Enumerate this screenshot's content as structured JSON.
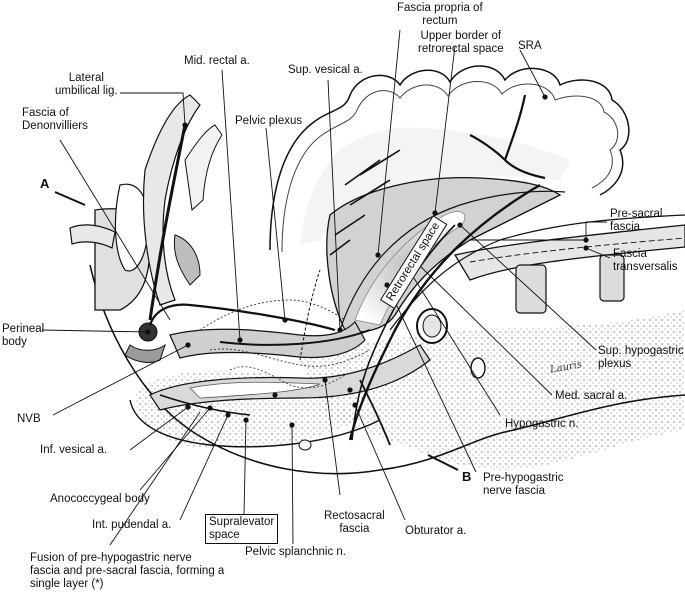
{
  "labels": {
    "fascia_propria": "Fascia propria of\nrectum",
    "upper_border": "Upper border of\nretrorectal space",
    "sra": "SRA",
    "mid_rectal": "Mid. rectal a.",
    "sup_vesical": "Sup. vesical a.",
    "lateral_umbilical": "Lateral\numbilical lig.",
    "fascia_denon": "Fascia of\nDenonvilliers",
    "pelvic_plexus": "Pelvic plexus",
    "a_marker": "A",
    "b_marker": "B",
    "presacral_fascia": "Pre-sacral\nfascia",
    "fascia_transversalis": "Fascia\ntransversalis",
    "retrorectal_space": "Retrorectal space",
    "perineal_body": "Perineal\nbody",
    "sup_hypogastric": "Sup. hypogastric\nplexus",
    "nvb": "NVB",
    "med_sacral": "Med. sacral a.",
    "hypogastric_n": "Hypogastric n.",
    "inf_vesical": "Inf. vesical a.",
    "anococcygeal": "Anococcygeal body",
    "pre_hypogastric_fascia": "Pre-hypogastric\nnerve fascia",
    "int_pudendal": "Int. pudendal a.",
    "supralevator": "Supralevator\nspace",
    "rectosacral": "Rectosacral\nfascia",
    "obturator": "Obturator a.",
    "pelvic_splanchnic": "Pelvic splanchnic n.",
    "fusion_note": "Fusion of pre-hypogastric nerve\nfascia and pre-sacral fascia, forming a\nsingle layer (*)"
  },
  "signature": "Lauris"
}
